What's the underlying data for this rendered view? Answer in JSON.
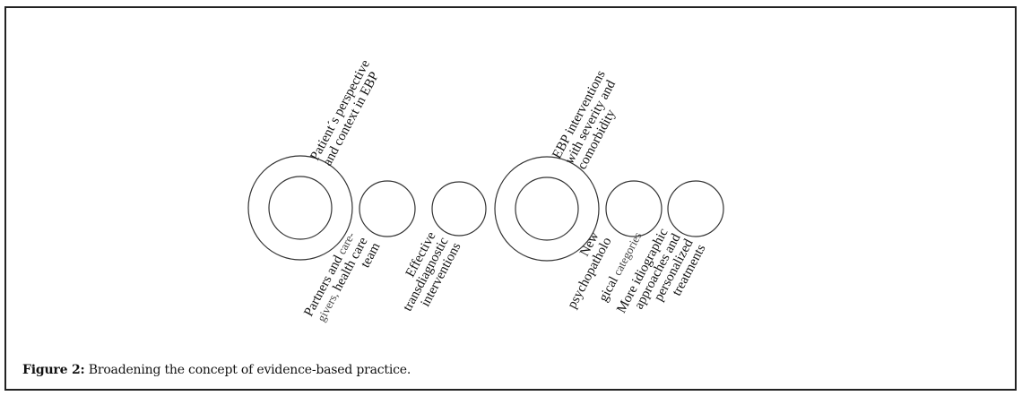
{
  "figure": {
    "caption_label": "Figure 2:",
    "caption_text": " Broadening the concept of evidence-based practice."
  },
  "groups": [
    {
      "id": "left-core",
      "type": "double-circle",
      "label_position": "top",
      "label_lines": [
        "Patient´s perspective",
        "and context in EBP"
      ]
    },
    {
      "id": "partners",
      "type": "circle",
      "label_position": "bottom",
      "label_lines": [
        {
          "main": "Partners and ",
          "light": "care-"
        },
        {
          "light": "givers,",
          "main": " health care"
        },
        {
          "main": "team"
        }
      ]
    },
    {
      "id": "transdiagnostic",
      "type": "circle",
      "label_position": "bottom",
      "label_lines": [
        "Effective",
        "transdiagnostic",
        "interventions"
      ]
    },
    {
      "id": "right-core",
      "type": "double-circle",
      "label_position": "top",
      "label_lines": [
        "EBP interventions",
        "with severity and",
        "comorbidity"
      ]
    },
    {
      "id": "psychopathological",
      "type": "circle",
      "label_position": "bottom",
      "label_lines": [
        {
          "main": "New"
        },
        {
          "main": "psychopatholo"
        },
        {
          "main": "gical ",
          "light": "categories"
        }
      ]
    },
    {
      "id": "idiographic",
      "type": "circle",
      "label_position": "bottom",
      "label_lines": [
        "More idiographic",
        "approaches and",
        "personalized",
        "treatments"
      ]
    }
  ],
  "colors": {
    "stroke": "#333333",
    "text": "#111111",
    "frame": "#222222"
  }
}
